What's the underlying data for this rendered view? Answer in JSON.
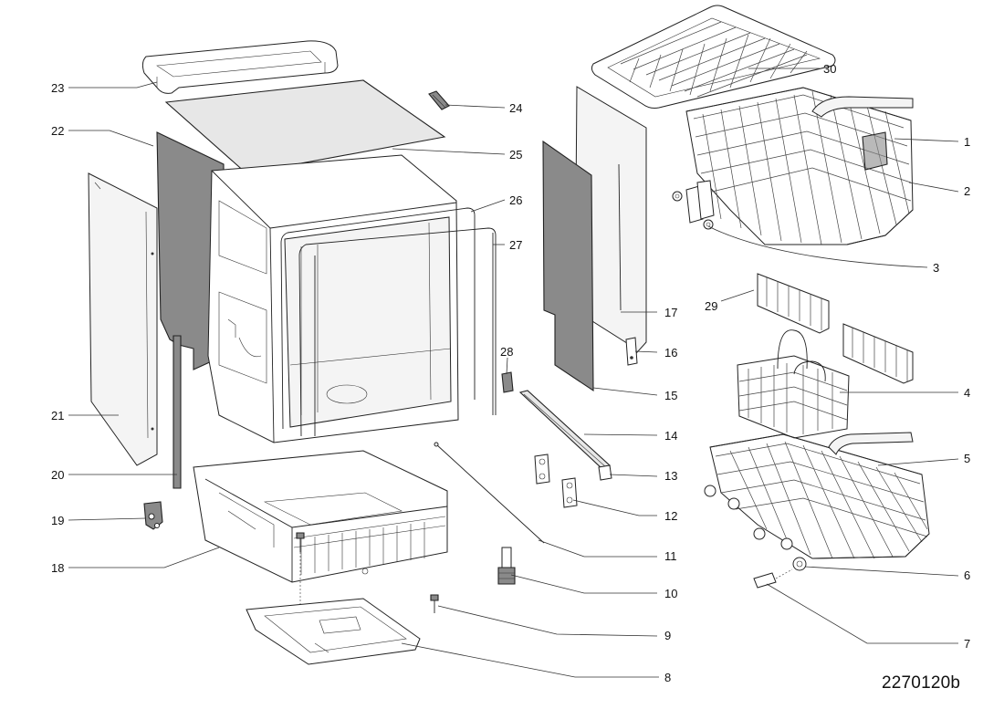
{
  "drawing_code": "2270120b",
  "labels": {
    "p1": "1",
    "p2": "2",
    "p3": "3",
    "p4": "4",
    "p5": "5",
    "p6": "6",
    "p7": "7",
    "p8": "8",
    "p9": "9",
    "p10": "10",
    "p11": "11",
    "p12": "12",
    "p13": "13",
    "p14": "14",
    "p15": "15",
    "p16": "16",
    "p17": "17",
    "p18": "18",
    "p19": "19",
    "p20": "20",
    "p21": "21",
    "p22": "22",
    "p23": "23",
    "p24": "24",
    "p25": "25",
    "p26": "26",
    "p27": "27",
    "p28": "28",
    "p29": "29",
    "p30": "30"
  }
}
